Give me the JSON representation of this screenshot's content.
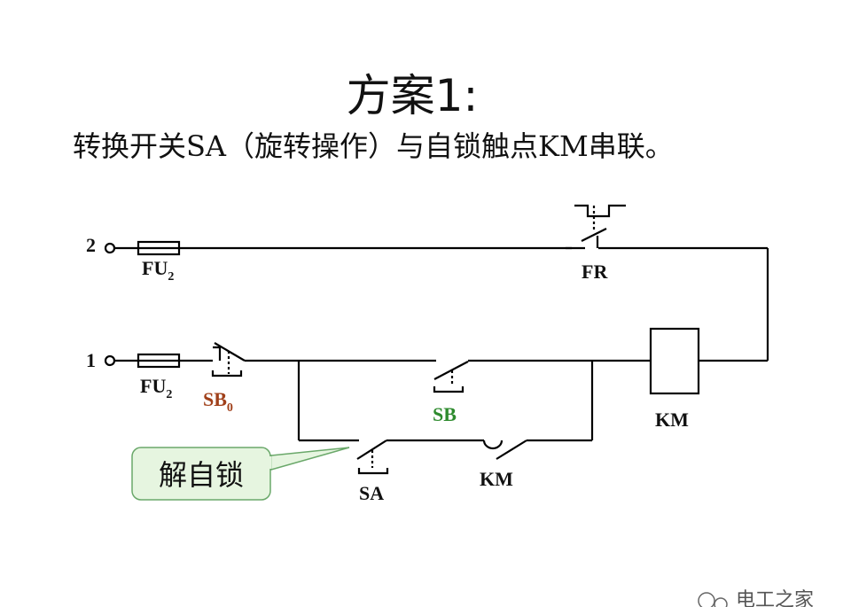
{
  "title": "方案1:",
  "subtitle": "转换开关SA（旋转操作）与自锁触点KM串联。",
  "terminals": {
    "line2": "2",
    "line1": "1"
  },
  "components": {
    "fuse_top": {
      "label": "FU",
      "sub": "2"
    },
    "fuse_bottom": {
      "label": "FU",
      "sub": "2"
    },
    "stop_button": {
      "label": "SB",
      "sub": "0",
      "color": "#a0401a"
    },
    "start_button": {
      "label": "SB",
      "color": "#2e8b2e"
    },
    "thermal_relay": {
      "label": "FR"
    },
    "coil": {
      "label": "KM"
    },
    "switch": {
      "label": "SA"
    },
    "hold_contact": {
      "label": "KM"
    }
  },
  "callout": {
    "text": "解自锁",
    "fill": "#e6f5e0",
    "border": "#6aa86a"
  },
  "watermark": {
    "text": "电工之家"
  }
}
